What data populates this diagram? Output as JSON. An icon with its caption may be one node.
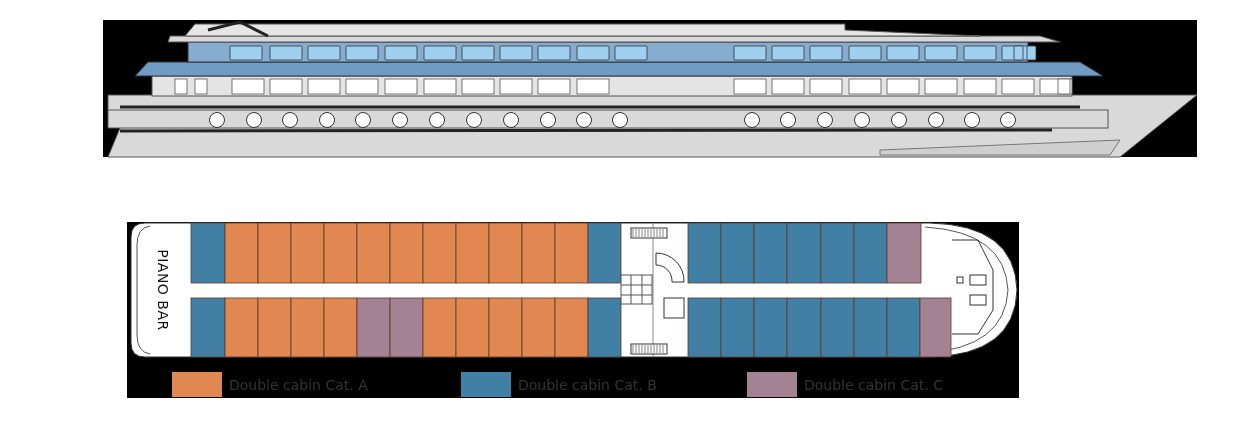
{
  "diagram": {
    "labels": [
      "PIANO BAR"
    ],
    "legend": [
      {
        "text": "Double cabin Cat. A",
        "color": "#e08752"
      },
      {
        "text": "Double cabin Cat. B",
        "color": "#427fa4"
      },
      {
        "text": "Double cabin Cat. C",
        "color": "#a28293"
      }
    ]
  }
}
